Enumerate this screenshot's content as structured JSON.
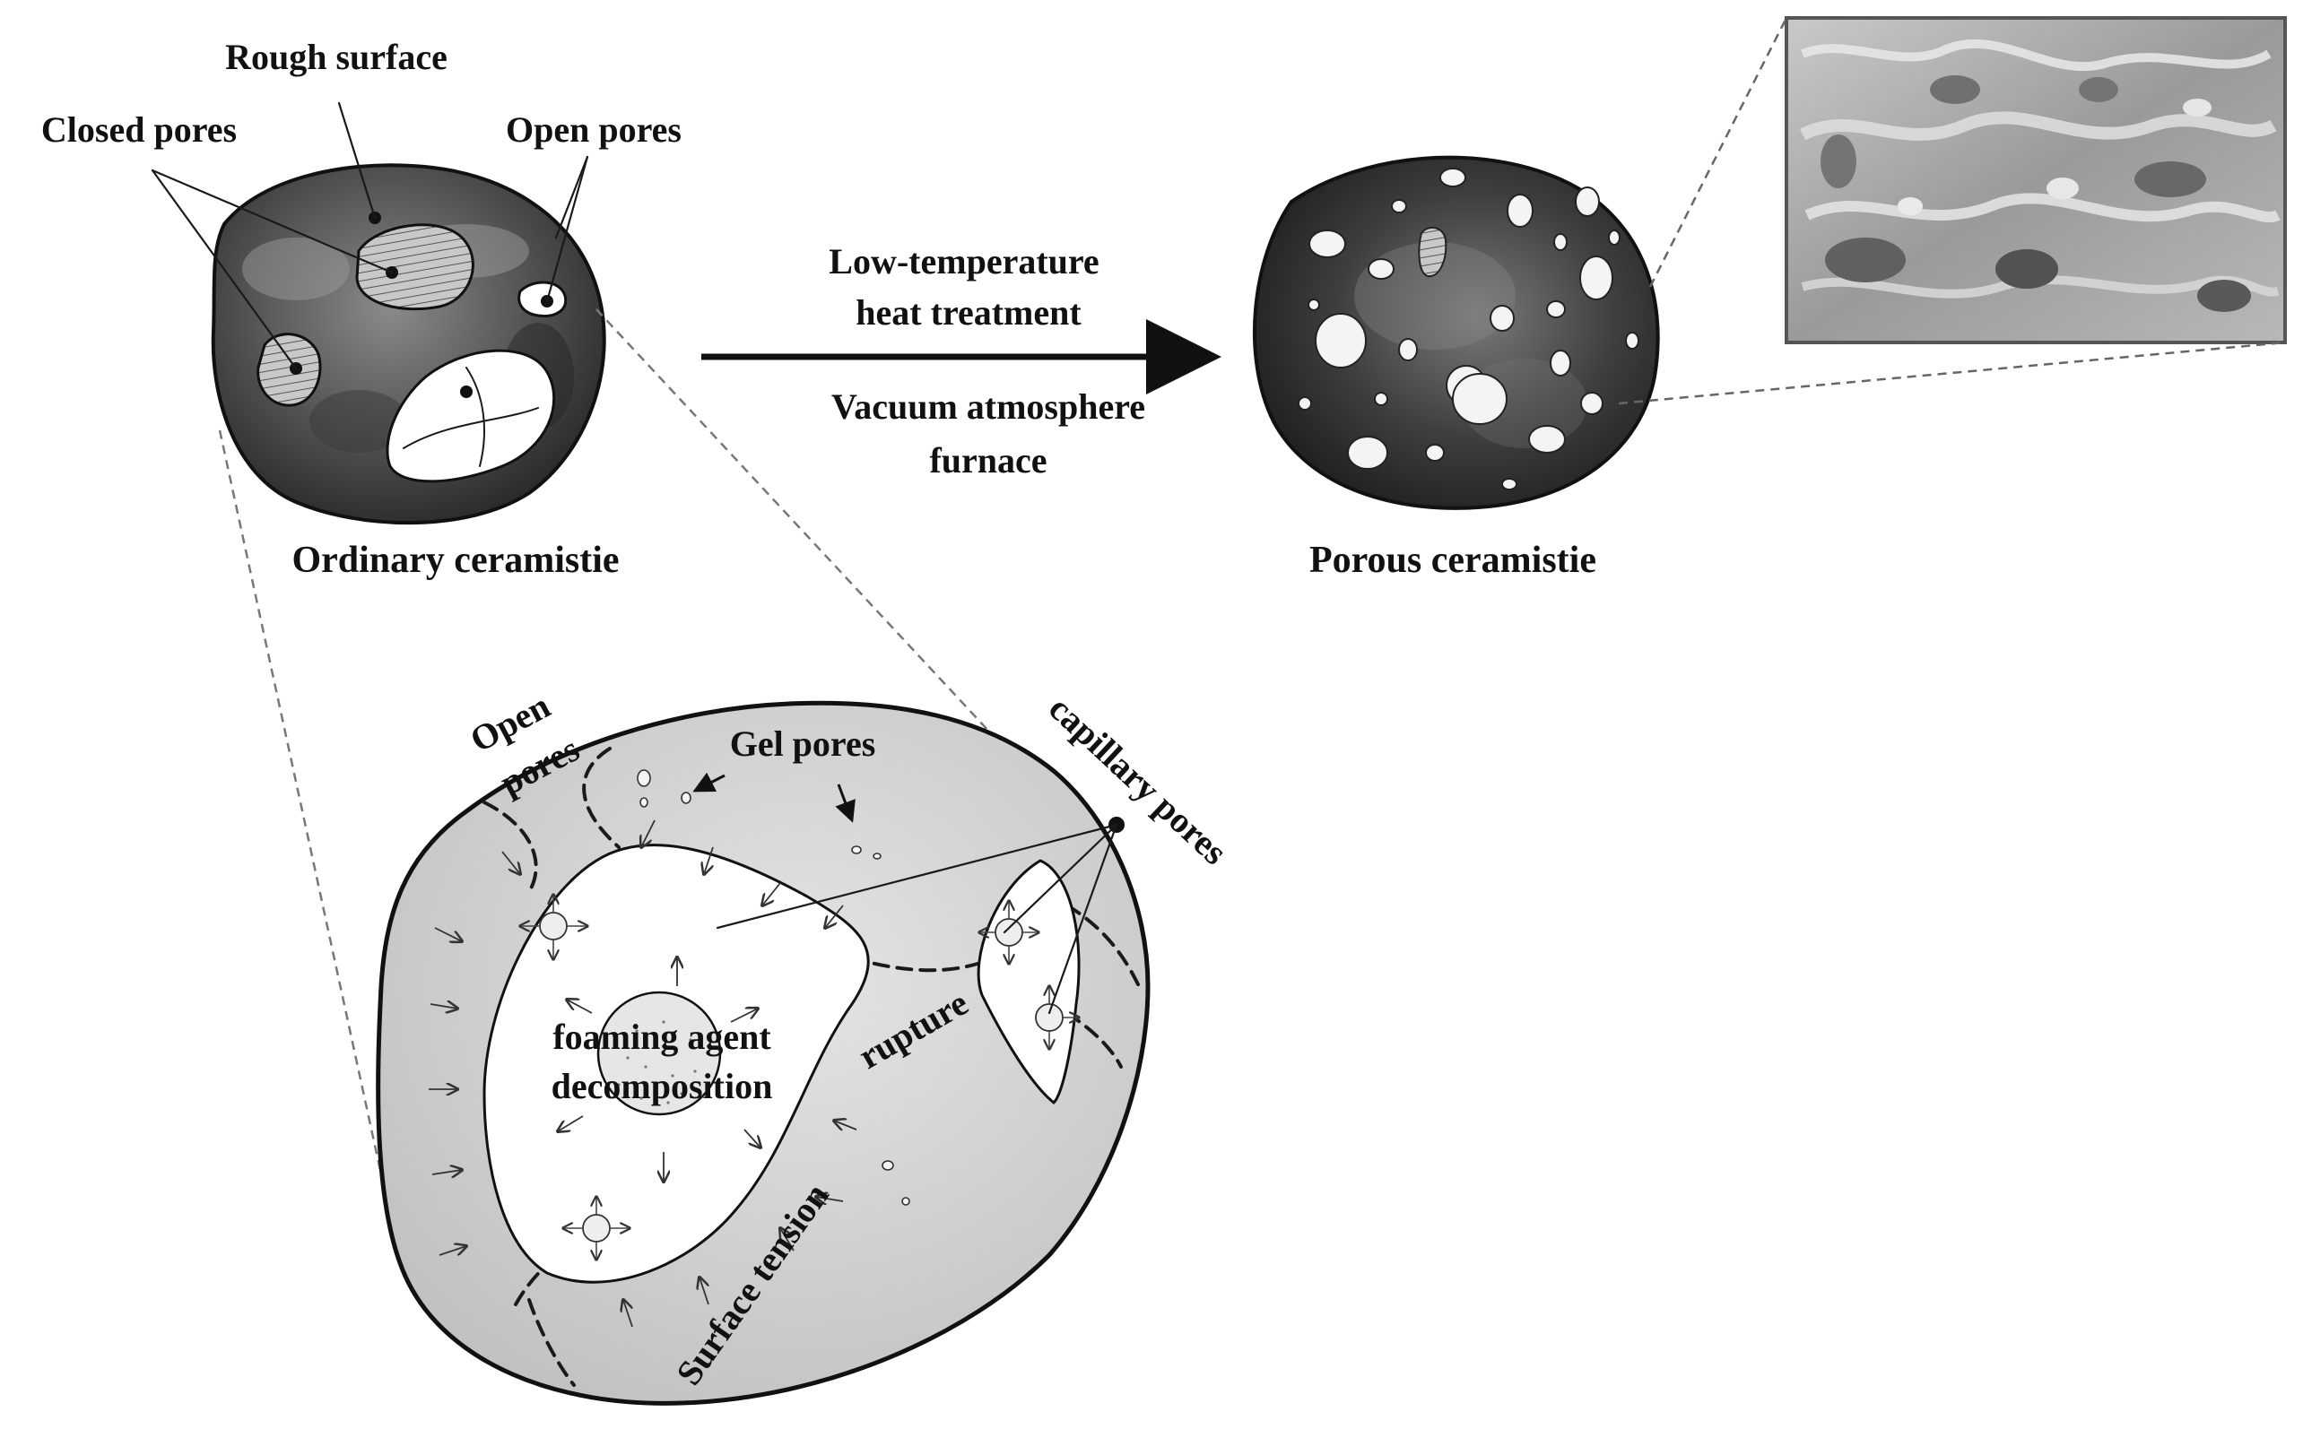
{
  "labels": {
    "rough_surface": "Rough surface",
    "closed_pores": "Closed pores",
    "open_pores_top": "Open pores",
    "ordinary": "Ordinary ceramistie",
    "process_line1": "Low-temperature",
    "process_line2": "heat treatment",
    "process_line3": "Vacuum atmosphere",
    "process_line4": "furnace",
    "porous": "Porous ceramistie",
    "open_pores_bottom_1": "Open",
    "open_pores_bottom_2": "pores",
    "gel_pores": "Gel pores",
    "capillary_pores": "capillary pores",
    "foaming_1": "foaming agent",
    "foaming_2": "decomposition",
    "rupture": "rupture",
    "surface_tension": "Surface tension"
  },
  "colors": {
    "ink": "#1a1a1a",
    "ceramsite_dark": "#2e2e2e",
    "ceramsite_mid": "#6a6a6a",
    "section_fill": "#d2d2d2",
    "sem_fill": "#a9a9a9"
  }
}
